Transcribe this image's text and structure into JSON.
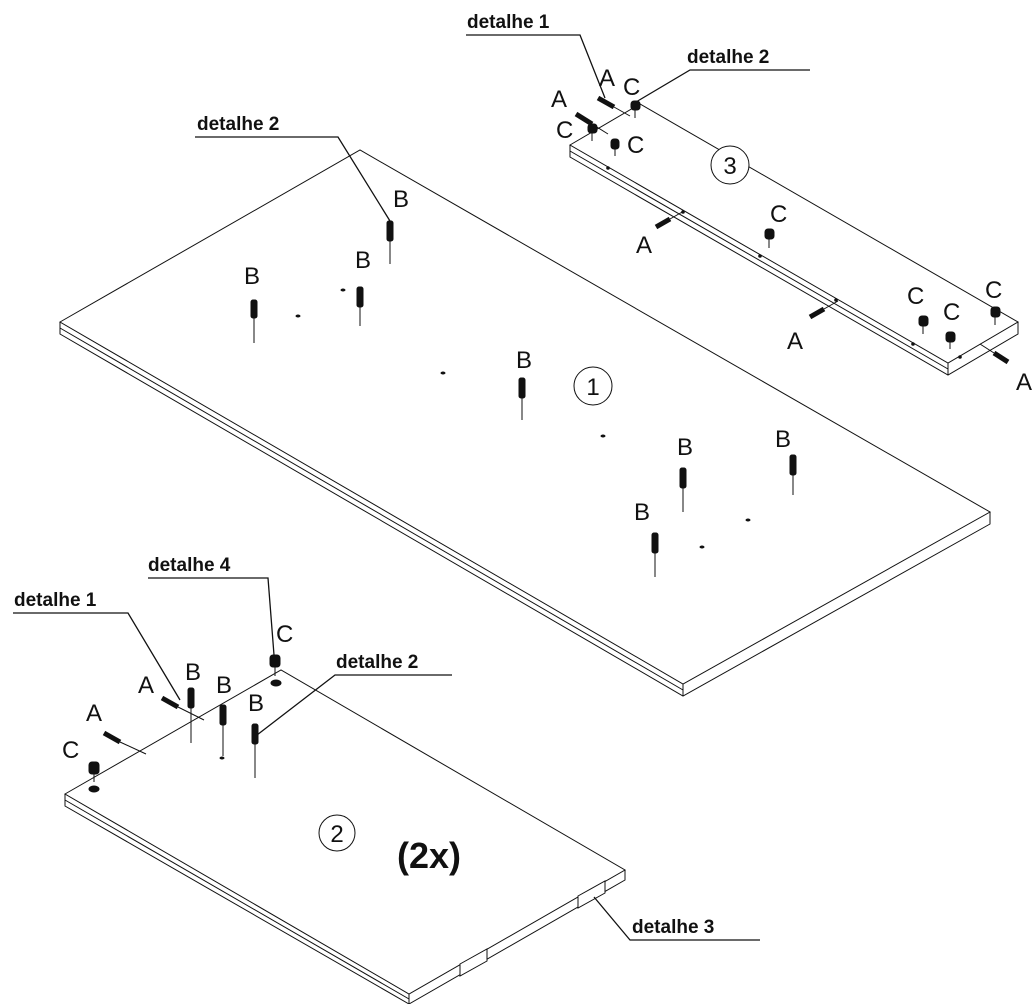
{
  "labels": {
    "detail_1": "detalhe 1",
    "detail_2": "detalhe 2",
    "detail_3": "detalhe 3",
    "detail_4": "detalhe 4",
    "part_1": "1",
    "part_2": "2",
    "part_3": "3",
    "quantity": "(2x)",
    "hw_a": "A",
    "hw_b": "B",
    "hw_c": "C"
  }
}
